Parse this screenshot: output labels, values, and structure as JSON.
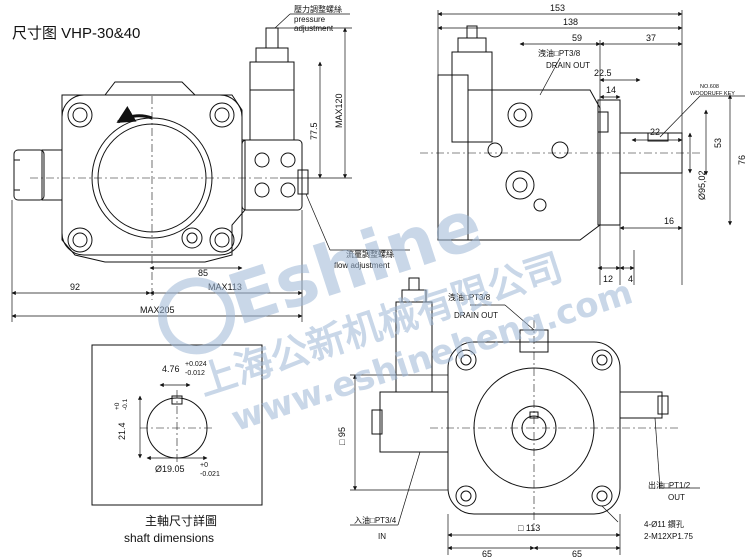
{
  "title": "尺寸图  VHP-30&40",
  "labels": {
    "pressure_cn": "壓力調整螺絲",
    "pressure_en1": "pressure",
    "pressure_en2": "adjustment",
    "flow_cn": "流量調整螺絲",
    "flow_en": "flow adjustment",
    "drain_cn_top": "洩油□PT3/8",
    "drain_en_top": "DRAIN OUT",
    "drain_cn_bot": "洩油□PT3/8",
    "drain_en_bot": "DRAIN OUT",
    "key_note1": "NO.608",
    "key_note2": "WOODRUFF KEY",
    "outlet_cn": "出油□PT1/2",
    "outlet_en": "OUT",
    "inlet_cn": "入油□PT3/4",
    "inlet_en": "IN",
    "holes": "4-Ø11  鑽孔",
    "thread": "2-M12XP1.75",
    "shaft_cn": "主軸尺寸詳圖",
    "shaft_en": "shaft dimensions"
  },
  "dims": {
    "d153": "153",
    "d138": "138",
    "d59": "59",
    "d37": "37",
    "d22_5": "22.5",
    "d14": "14",
    "d22": "22",
    "d53": "53",
    "d76": "76",
    "phi95": "Ø95,02",
    "d16": "16",
    "d12": "12",
    "d4": "4",
    "max120": "MAX120",
    "d77_5": "77.5",
    "d85": "85",
    "d92": "92",
    "max113": "MAX113",
    "max205": "MAX205",
    "key_w": "4.76",
    "key_w_tol1": "+0.024",
    "key_w_tol2": "-0.012",
    "shaft_h": "21.4",
    "shaft_h_tol1": "+0",
    "shaft_h_tol2": "-0.1",
    "shaft_d": "Ø19.05",
    "shaft_d_tol1": "+0",
    "shaft_d_tol2": "-0.021",
    "sq95": "□ 95",
    "sq113": "□ 113",
    "d65a": "65",
    "d65b": "65"
  },
  "watermark": {
    "brand": "Eshine",
    "company": "上海公新机械有限公司",
    "url": "www.eshineheng.com"
  }
}
